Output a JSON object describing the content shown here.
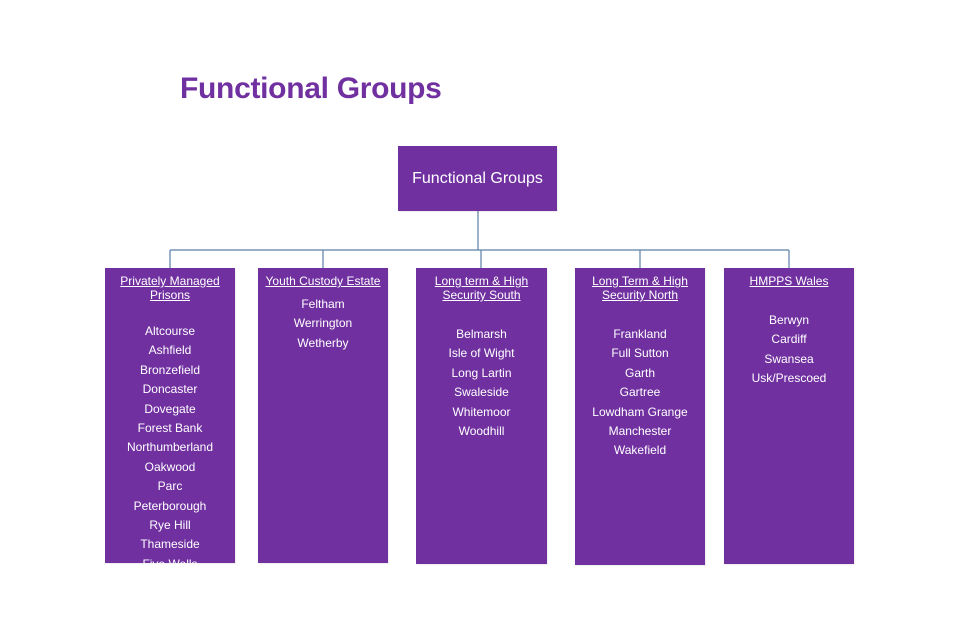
{
  "page_title": "Functional Groups",
  "root": {
    "label": "Functional Groups"
  },
  "colors": {
    "box_fill": "#7030a0",
    "box_text": "#ffffff",
    "connector": "#5b7fa8",
    "title": "#7030a0"
  },
  "groups": [
    {
      "header": "Privately Managed Prisons",
      "members": [
        "Altcourse",
        "Ashfield",
        "Bronzefield",
        "Doncaster",
        "Dovegate",
        "Forest Bank",
        "Northumberland",
        "Oakwood",
        "Parc",
        "Peterborough",
        "Rye Hill",
        "Thameside",
        "Five Wells"
      ]
    },
    {
      "header": "Youth Custody Estate",
      "members": [
        "Feltham",
        "Werrington",
        "Wetherby"
      ]
    },
    {
      "header": "Long term & High Security South",
      "members": [
        "Belmarsh",
        "Isle of Wight",
        "Long Lartin",
        "Swaleside",
        "Whitemoor",
        "Woodhill"
      ]
    },
    {
      "header": "Long Term & High Security North",
      "members": [
        "Frankland",
        "Full Sutton",
        "Garth",
        "Gartree",
        "Lowdham Grange",
        "Manchester",
        "Wakefield"
      ]
    },
    {
      "header": "HMPPS Wales",
      "members": [
        "Berwyn",
        "Cardiff",
        "Swansea",
        "Usk/Prescoed"
      ]
    }
  ]
}
